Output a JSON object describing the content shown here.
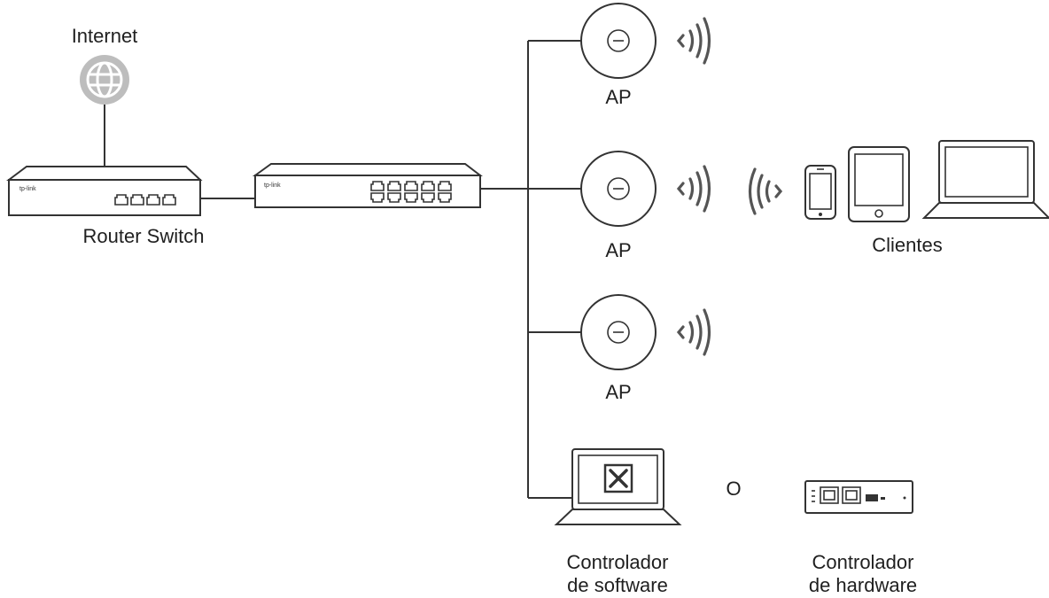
{
  "labels": {
    "internet": "Internet",
    "router": "Router Switch",
    "ap1": "AP",
    "ap2": "AP",
    "ap3": "AP",
    "clients": "Clientes",
    "or": "O",
    "software_controller": [
      "Controlador",
      "de software"
    ],
    "hardware_controller": [
      "Controlador",
      "de hardware"
    ]
  },
  "device_branding": "tp-link",
  "icons": {
    "internet": "globe-icon",
    "router": "router-switch-icon",
    "switch": "switch-icon",
    "ap": "access-point-icon",
    "wifi": "wifi-signal-icon",
    "phone": "smartphone-icon",
    "tablet": "tablet-icon",
    "laptop": "laptop-icon",
    "software_controller": "laptop-with-tools-icon",
    "hardware_controller": "hardware-controller-icon"
  },
  "colors": {
    "line": "#333333",
    "text": "#1f1f1f",
    "icon_fill": "#ffffff"
  }
}
